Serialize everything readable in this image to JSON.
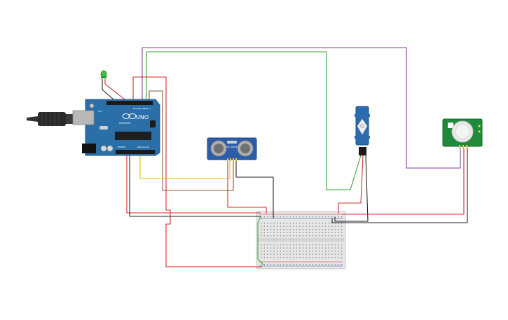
{
  "arduino": {
    "logo_text": "UNO",
    "brand_text": "ARDUINO",
    "digital_label": "DIGITAL (PWM~)",
    "power_label": "POWER",
    "analog_label": "ANALOG IN",
    "on_label": "ON"
  },
  "ultrasonic_sensor": {
    "label": "HC-SR04"
  },
  "colors": {
    "wire_red": "#d42a2a",
    "wire_black": "#222222",
    "wire_green": "#3aa63a",
    "wire_purple": "#8a3a9a",
    "wire_yellow": "#e0c020",
    "wire_brown": "#8a5a2a",
    "board_blue": "#2a6fa8",
    "sensor_blue": "#2b5da8",
    "pir_green": "#1f8a3a",
    "breadboard": "#e6e6e6"
  }
}
